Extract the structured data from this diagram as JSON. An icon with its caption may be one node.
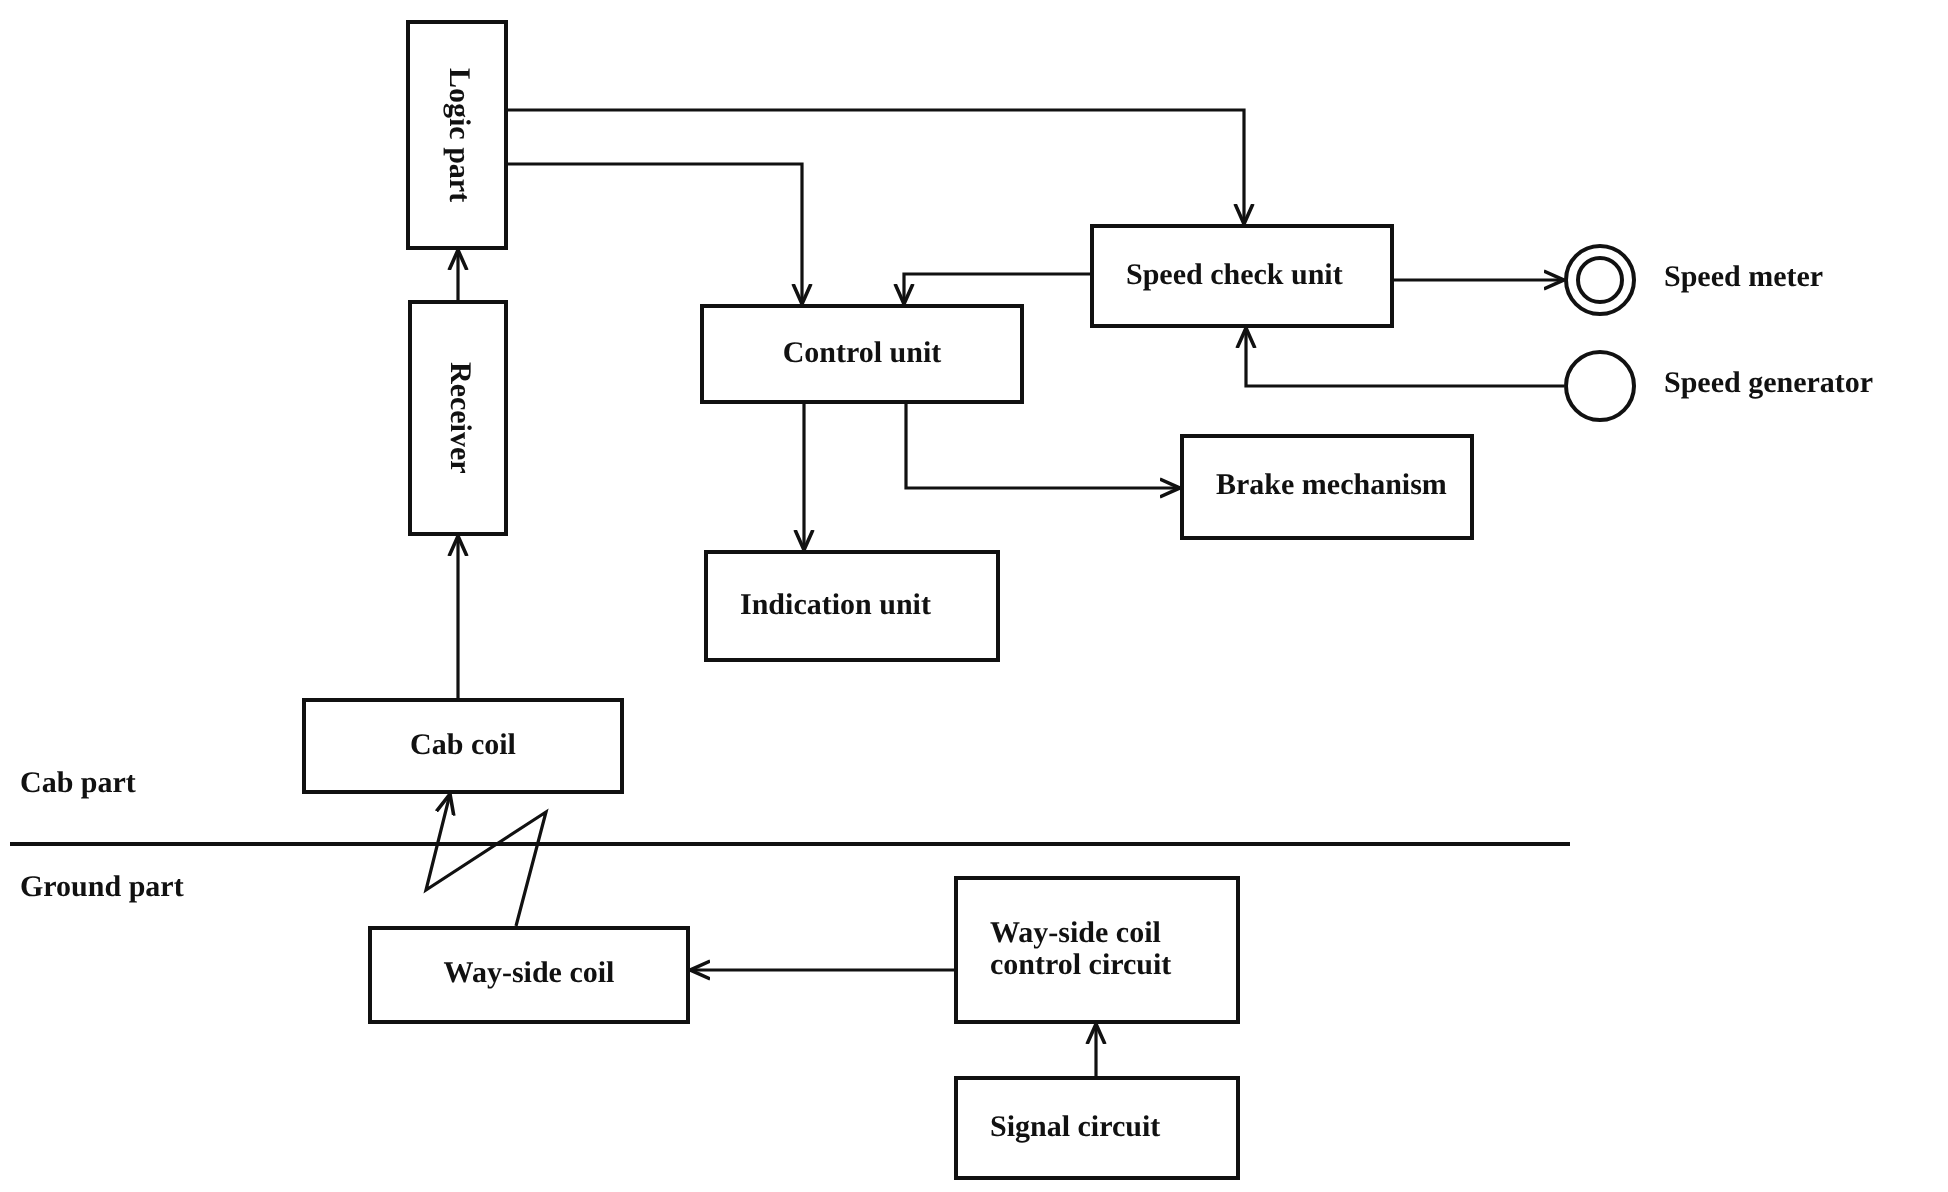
{
  "diagram": {
    "nodes": [
      {
        "text": [
          "Logic part"
        ]
      },
      {
        "text": [
          "Receiver"
        ]
      },
      {
        "text": [
          "Control unit"
        ]
      },
      {
        "text": [
          "Speed check unit"
        ]
      },
      {
        "text": [],
        "shape": "circle",
        "beside": [
          "Speed meter"
        ]
      },
      {
        "text": [],
        "shape": "circle",
        "beside": [
          "Speed generator"
        ]
      },
      {
        "text": [
          "Brake mechanism"
        ]
      },
      {
        "text": [
          "Indication unit"
        ]
      },
      {
        "text": [
          "Cab coil"
        ]
      },
      {
        "text": [
          "Way-side coil"
        ]
      },
      {
        "text": [
          "Way-side coil control circuit"
        ]
      },
      {
        "text": [
          "Signal circuit"
        ]
      }
    ],
    "edges": [
      {
        "from": 1,
        "to": 0,
        "arrow": "to"
      },
      {
        "from": 0,
        "to": 3,
        "arrow": "to"
      },
      {
        "from": 0,
        "to": 2,
        "arrow": "to"
      },
      {
        "from": 3,
        "to": 2,
        "arrow": "to"
      },
      {
        "from": 3,
        "to": 4,
        "arrow": "to"
      },
      {
        "from": 5,
        "to": 3,
        "arrow": "to"
      },
      {
        "from": 2,
        "to": 7,
        "arrow": "to"
      },
      {
        "from": 2,
        "to": 6,
        "arrow": "to"
      },
      {
        "from": 8,
        "to": 1,
        "arrow": "to"
      },
      {
        "from": 9,
        "to": 8,
        "arrow": "to"
      },
      {
        "from": 10,
        "to": 9,
        "arrow": "to"
      },
      {
        "from": 11,
        "to": 10,
        "arrow": "to"
      }
    ],
    "labels": [
      "Cab part",
      "Ground part"
    ]
  }
}
